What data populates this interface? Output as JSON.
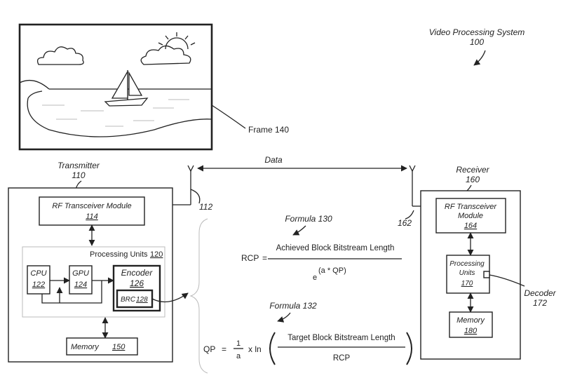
{
  "system": {
    "title": "Video Processing System",
    "ref": "100"
  },
  "frame": {
    "label": "Frame 140"
  },
  "link": {
    "label": "Data"
  },
  "transmitter": {
    "title": "Transmitter",
    "ref": "110",
    "antenna_ref": "112",
    "rf_module": {
      "label": "RF Transceiver Module",
      "ref": "114"
    },
    "processing_units": {
      "label": "Processing Units",
      "ref": "120"
    },
    "cpu": {
      "label": "CPU",
      "ref": "122"
    },
    "gpu": {
      "label": "GPU",
      "ref": "124"
    },
    "encoder": {
      "label": "Encoder",
      "ref": "126"
    },
    "brc": {
      "label": "BRC",
      "ref": "128"
    },
    "memory": {
      "label": "Memory",
      "ref": "150"
    }
  },
  "receiver": {
    "title": "Receiver",
    "ref": "160",
    "antenna_ref": "162",
    "rf_module": {
      "label_line1": "RF Transceiver",
      "label_line2": "Module",
      "ref": "164"
    },
    "processing_units": {
      "label_line1": "Processing",
      "label_line2": "Units",
      "ref": "170"
    },
    "memory": {
      "label": "Memory",
      "ref": "180"
    },
    "decoder": {
      "label": "Decoder",
      "ref": "172"
    }
  },
  "formula_130": {
    "title": "Formula 130",
    "lhs": "RCP",
    "eq": "=",
    "numerator": "Achieved Block Bitstream Length",
    "base": "e",
    "exponent": "(a * QP)"
  },
  "formula_132": {
    "title": "Formula 132",
    "lhs": "QP",
    "eq": "=",
    "one": "1",
    "a": "a",
    "times_ln": "x ln",
    "numerator": "Target Block Bitstream Length",
    "denominator": "RCP"
  }
}
